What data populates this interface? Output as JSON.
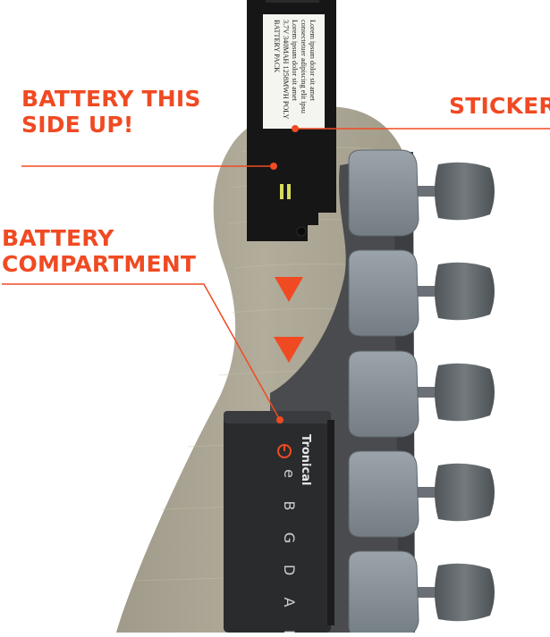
{
  "labels": {
    "battery_side_line1": "BATTERY THIS",
    "battery_side_line2": "SIDE UP!",
    "sticker": "STICKER",
    "compartment_line1": "BATTERY",
    "compartment_line2": "COMPARTMENT"
  },
  "sticker_lines": [
    "BATTERY PACK",
    "3.7V 340MAH 1258MWH POLY",
    "Lorem ipsum dolor sit amet",
    "consectetuer adipiscing elit  ipsu",
    "Lorem ipsum dolor sit amet"
  ],
  "brand": "Tronical",
  "strings": [
    "e",
    "B",
    "G",
    "D",
    "A",
    "E"
  ],
  "colors": {
    "accent": "#f04a23",
    "headstock_wood": "#a8a291",
    "headstock_face": "#4a4b4e",
    "battery_pack": "#161616",
    "compartment": "#2a2b2d",
    "tuner_button": "#8c969c",
    "tuner_knob": "#5e6468"
  },
  "icons": [
    "power-icon",
    "down-arrow-icon"
  ]
}
